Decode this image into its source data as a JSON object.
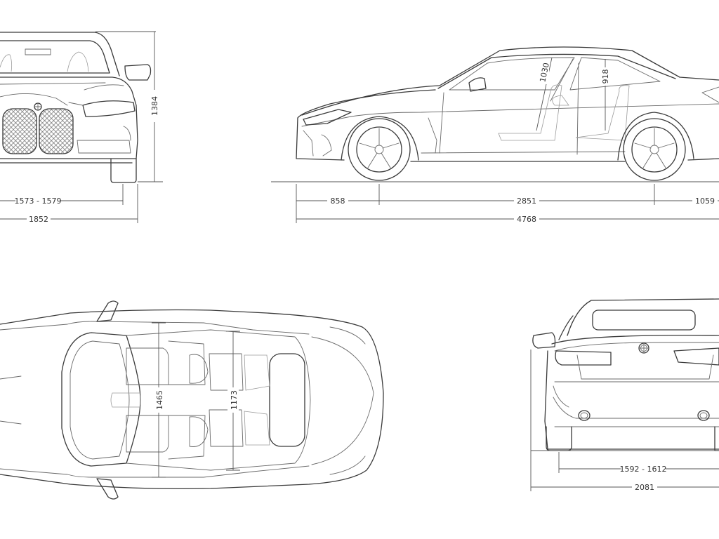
{
  "dimensions": {
    "front_height": "1384",
    "front_track": "1573 - 1579",
    "front_width": "1852",
    "front_overhang": "858",
    "wheelbase": "2851",
    "rear_overhang": "1059",
    "overall_length": "4768",
    "front_headroom": "1030",
    "rear_headroom": "918",
    "front_shoulder_width": "1465",
    "rear_shoulder_width": "1173",
    "rear_track": "1592 - 1612",
    "width_with_mirrors": "2081"
  }
}
